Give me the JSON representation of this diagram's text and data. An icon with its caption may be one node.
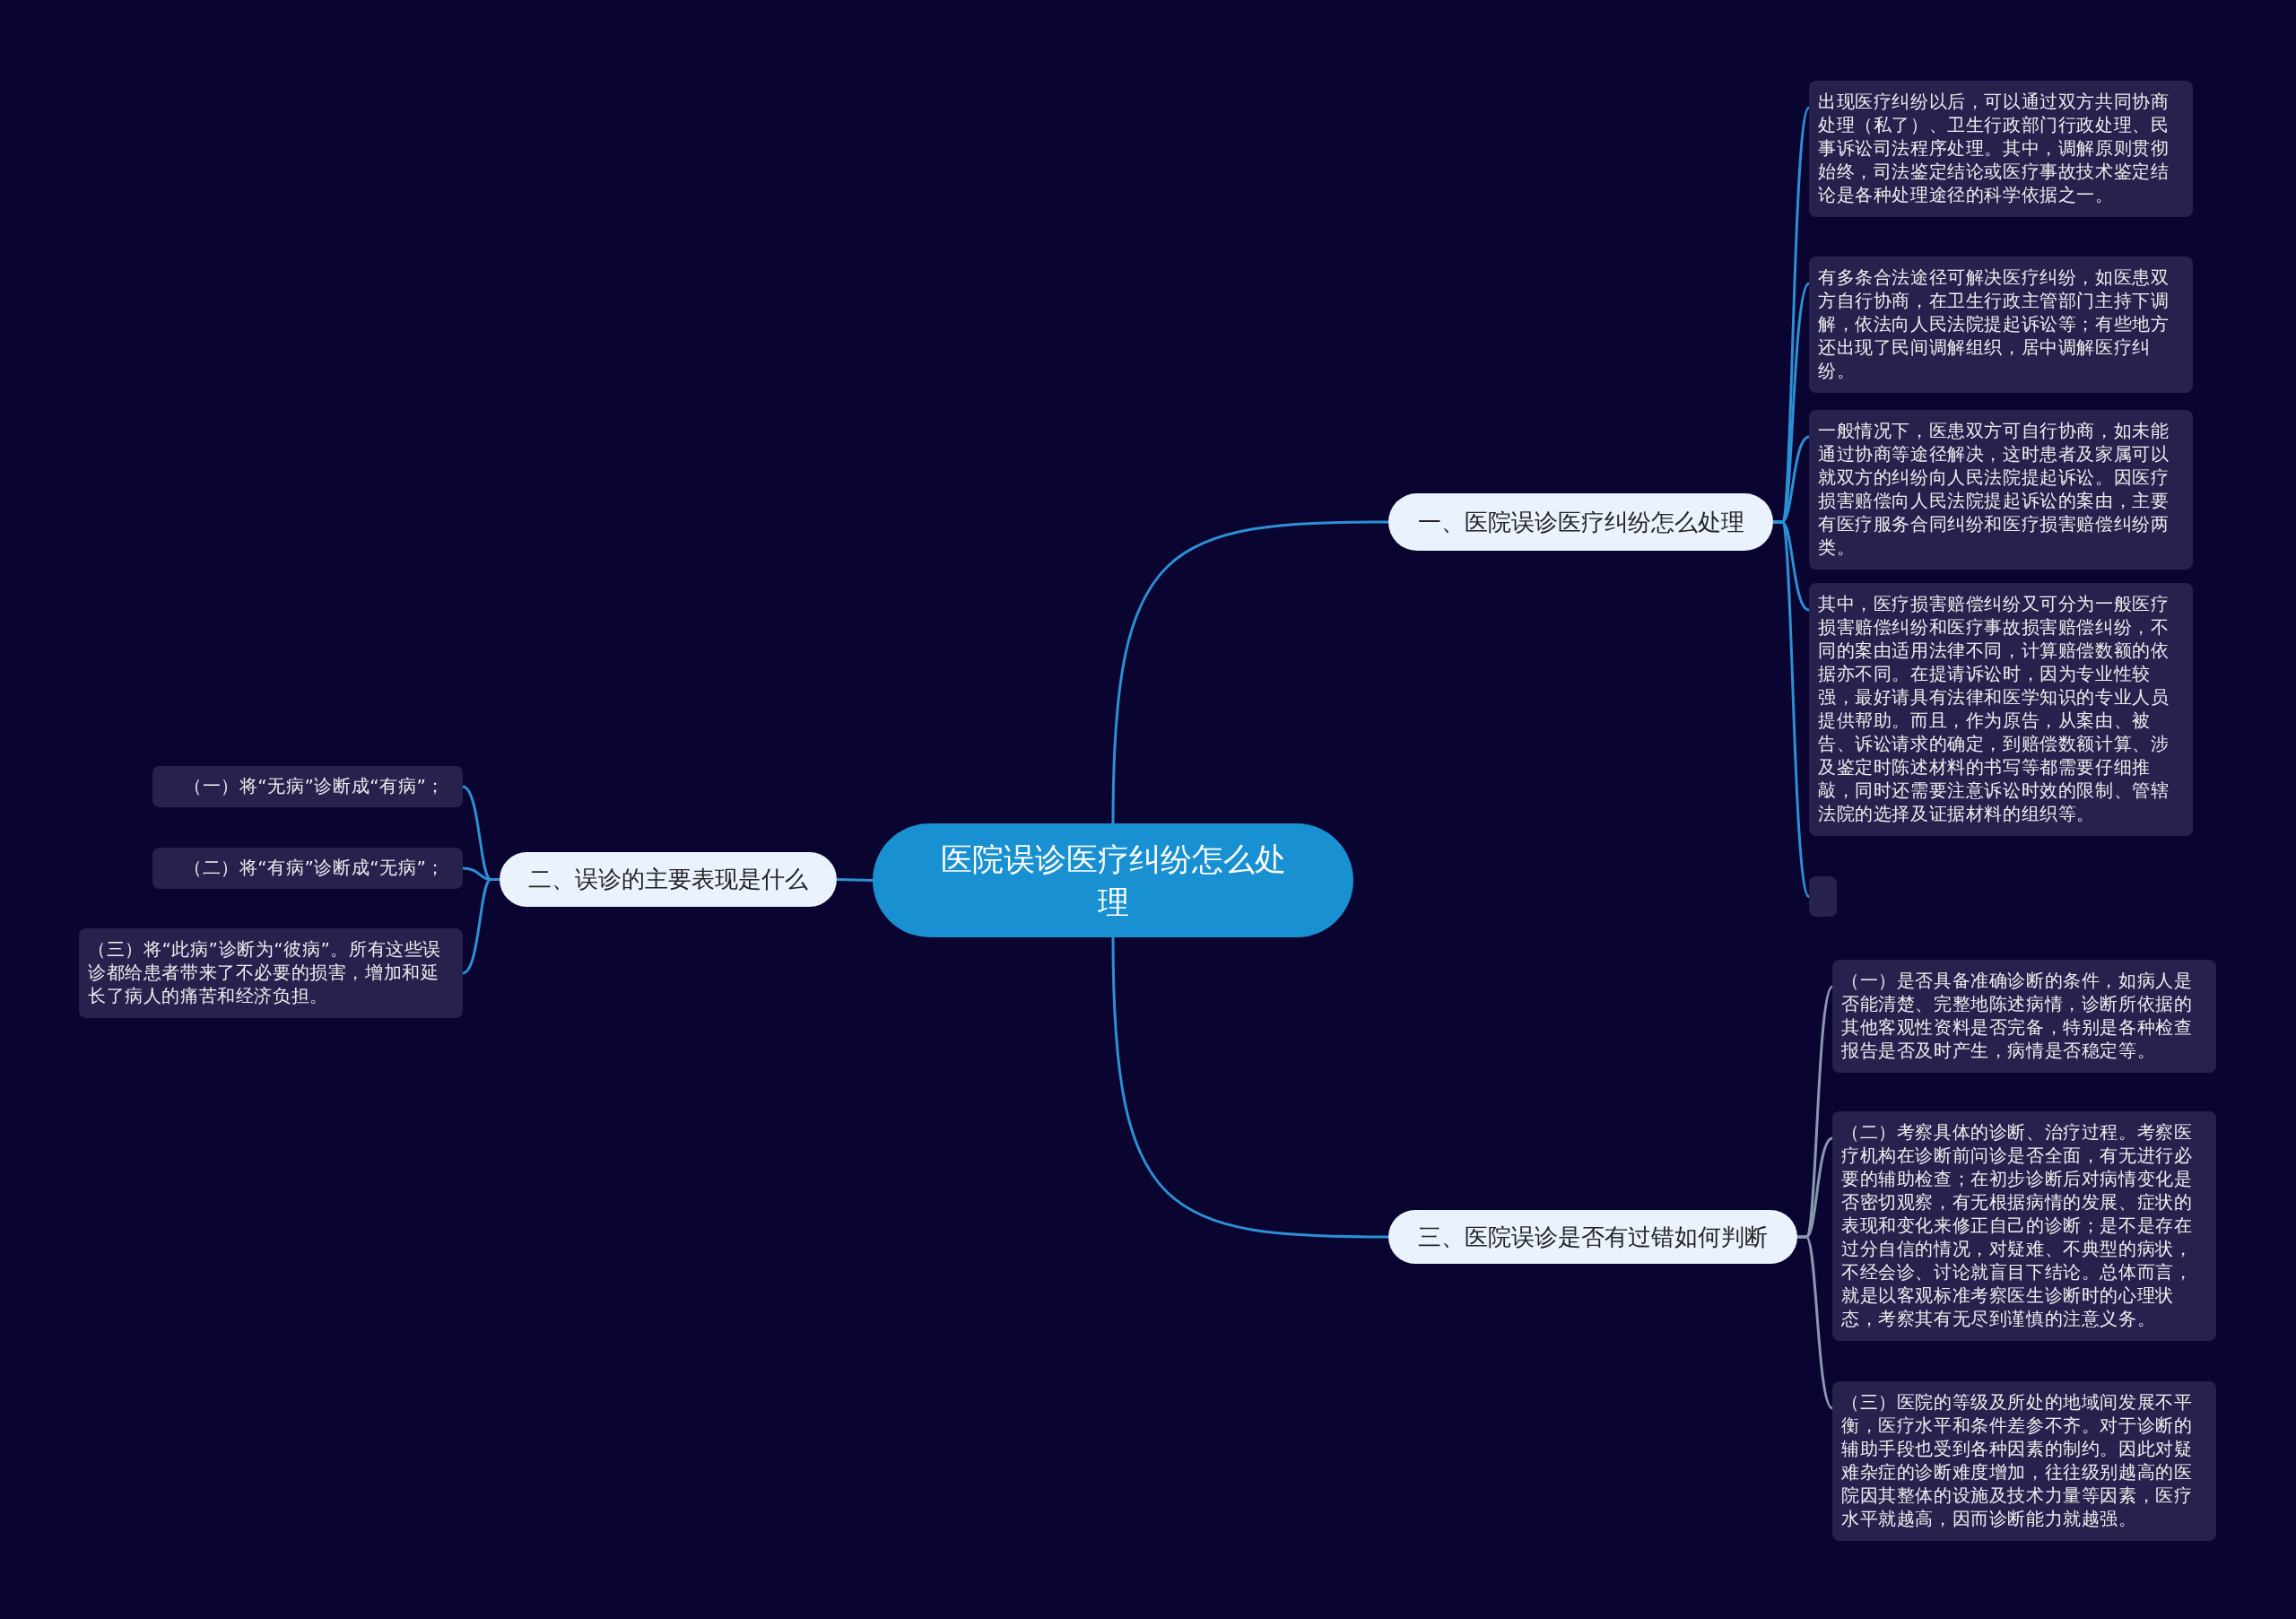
{
  "diagram": {
    "nodes": [
      {
        "text": [
          "医院误诊医疗纠纷怎么处理"
        ]
      },
      {
        "text": [
          "一、医院误诊医疗纠纷怎么处理"
        ]
      },
      {
        "text": [
          "出现医疗纠纷以后，可以通过双方共同协商处理（私了）、卫生行政部门行政处理、民事诉讼司法程序处理。其中，调解原则贯彻始终，司法鉴定结论或医疗事故技术鉴定结论是各种处理途径的科学依据之一。"
        ]
      },
      {
        "text": [
          "有多条合法途径可解决医疗纠纷，如医患双方自行协商，在卫生行政主管部门主持下调解，依法向人民法院提起诉讼等；有些地方还出现了民间调解组织，居中调解医疗纠纷。"
        ]
      },
      {
        "text": [
          "一般情况下，医患双方可自行协商，如未能通过协商等途径解决，这时患者及家属可以就双方的纠纷向人民法院提起诉讼。因医疗损害赔偿向人民法院提起诉讼的案由，主要有医疗服务合同纠纷和医疗损害赔偿纠纷两类。"
        ]
      },
      {
        "text": [
          "其中，医疗损害赔偿纠纷又可分为一般医疗损害赔偿纠纷和医疗事故损害赔偿纠纷，不同的案由适用法律不同，计算赔偿数额的依据亦不同。在提请诉讼时，因为专业性较强，最好请具有法律和医学知识的专业人员提供帮助。而且，作为原告，从案由、被告、诉讼请求的确定，到赔偿数额计算、涉及鉴定时陈述材料的书写等都需要仔细推敲，同时还需要注意诉讼时效的限制、管辖法院的选择及证据材料的组织等。"
        ]
      },
      {
        "text": [],
        "shape": "box"
      },
      {
        "text": [
          "二、误诊的主要表现是什么"
        ]
      },
      {
        "text": [
          "（一）将“无病”诊断成“有病”；"
        ]
      },
      {
        "text": [
          "（二）将“有病”诊断成“无病”；"
        ]
      },
      {
        "text": [
          "（三）将“此病”诊断为“彼病”。所有这些误诊都给患者带来了不必要的损害，增加和延长了病人的痛苦和经济负担。"
        ]
      },
      {
        "text": [
          "三、医院误诊是否有过错如何判断"
        ]
      },
      {
        "text": [
          "（一）是否具备准确诊断的条件，如病人是否能清楚、完整地陈述病情，诊断所依据的其他客观性资料是否完备，特别是各种检查报告是否及时产生，病情是否稳定等。"
        ]
      },
      {
        "text": [
          "（二）考察具体的诊断、治疗过程。考察医疗机构在诊断前问诊是否全面，有无进行必要的辅助检查；在初步诊断后对病情变化是否密切观察，有无根据病情的发展、症状的表现和变化来修正自己的诊断；是不是存在过分自信的情况，对疑难、不典型的病状，不经会诊、讨论就盲目下结论。总体而言，就是以客观标准考察医生诊断时的心理状态，考察其有无尽到谨慎的注意义务。"
        ]
      },
      {
        "text": [
          "（三）医院的等级及所处的地域间发展不平衡，医疗水平和条件差参不齐。对于诊断的辅助手段也受到各种因素的制约。因此对疑难杂症的诊断难度增加，往往级别越高的医院因其整体的设施及技术力量等因素，医疗水平就越高，因而诊断能力就越强。"
        ]
      }
    ],
    "edges": [
      {
        "from": 0,
        "to": 1,
        "arrow": "none"
      },
      {
        "from": 1,
        "to": 2,
        "arrow": "none"
      },
      {
        "from": 1,
        "to": 3,
        "arrow": "none"
      },
      {
        "from": 1,
        "to": 4,
        "arrow": "none"
      },
      {
        "from": 1,
        "to": 5,
        "arrow": "none"
      },
      {
        "from": 1,
        "to": 6,
        "arrow": "none"
      },
      {
        "from": 0,
        "to": 7,
        "arrow": "none"
      },
      {
        "from": 7,
        "to": 8,
        "arrow": "none"
      },
      {
        "from": 7,
        "to": 9,
        "arrow": "none"
      },
      {
        "from": 7,
        "to": 10,
        "arrow": "none"
      },
      {
        "from": 0,
        "to": 11,
        "arrow": "none"
      },
      {
        "from": 11,
        "to": 12,
        "arrow": "none",
        "color": "#8a98ad"
      },
      {
        "from": 11,
        "to": 13,
        "arrow": "none",
        "color": "#8a98ad"
      },
      {
        "from": 11,
        "to": 14,
        "arrow": "none",
        "color": "#8a98ad"
      }
    ]
  }
}
